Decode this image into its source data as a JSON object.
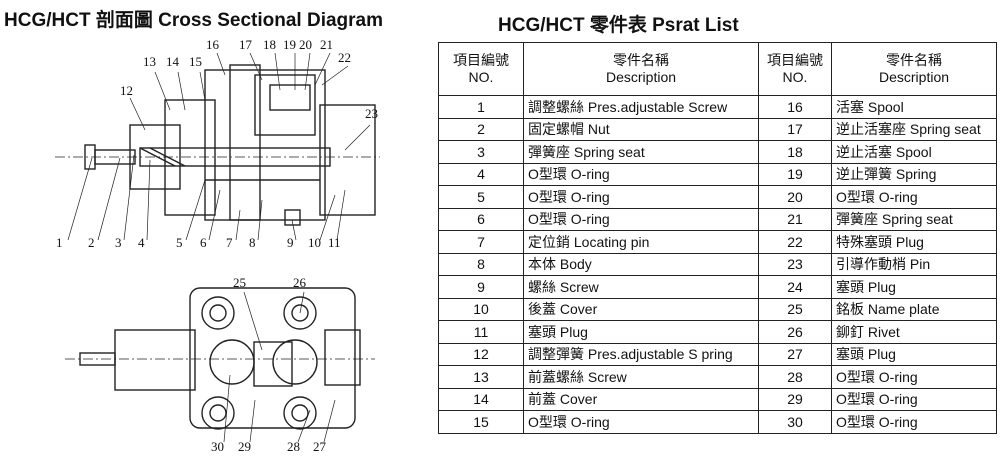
{
  "diagram_title": "HCG/HCT 剖面圖 Cross Sectional Diagram",
  "table_title": "HCG/HCT 零件表 Psrat List",
  "headers": {
    "no_zh": "項目編號",
    "no_en": "NO.",
    "desc_zh": "零件名稱",
    "desc_en": "Description"
  },
  "callouts": [
    "1",
    "2",
    "3",
    "4",
    "5",
    "6",
    "7",
    "8",
    "9",
    "10",
    "11",
    "12",
    "13",
    "14",
    "15",
    "16",
    "17",
    "18",
    "19",
    "20",
    "21",
    "22",
    "23",
    "25",
    "26",
    "27",
    "28",
    "29",
    "30"
  ],
  "rows": [
    {
      "l_no": "1",
      "l_desc": "調整螺絲 Pres.adjustable Screw",
      "r_no": "16",
      "r_desc": "活塞 Spool"
    },
    {
      "l_no": "2",
      "l_desc": "固定螺帽 Nut",
      "r_no": "17",
      "r_desc": "逆止活塞座 Spring  seat"
    },
    {
      "l_no": "3",
      "l_desc": "彈簧座 Spring seat",
      "r_no": "18",
      "r_desc": "逆止活塞 Spool"
    },
    {
      "l_no": "4",
      "l_desc": "O型環 O-ring",
      "r_no": "19",
      "r_desc": "逆止彈簧 Spring"
    },
    {
      "l_no": "5",
      "l_desc": "O型環 O-ring",
      "r_no": "20",
      "r_desc": "O型環 O-ring"
    },
    {
      "l_no": "6",
      "l_desc": "O型環 O-ring",
      "r_no": "21",
      "r_desc": "彈簧座 Spring seat"
    },
    {
      "l_no": "7",
      "l_desc": "定位銷 Locating pin",
      "r_no": "22",
      "r_desc": "特殊塞頭 Plug"
    },
    {
      "l_no": "8",
      "l_desc": "本体 Body",
      "r_no": "23",
      "r_desc": "引導作動梢 Pin"
    },
    {
      "l_no": "9",
      "l_desc": "螺絲 Screw",
      "r_no": "24",
      "r_desc": "塞頭 Plug"
    },
    {
      "l_no": "10",
      "l_desc": "後蓋 Cover",
      "r_no": "25",
      "r_desc": "銘板 Name plate"
    },
    {
      "l_no": "11",
      "l_desc": "塞頭 Plug",
      "r_no": "26",
      "r_desc": "鉚釘 Rivet"
    },
    {
      "l_no": "12",
      "l_desc": "調整彈簧 Pres.adjustable S  pring",
      "r_no": "27",
      "r_desc": "塞頭 Plug"
    },
    {
      "l_no": "13",
      "l_desc": "前蓋螺絲 Screw",
      "r_no": "28",
      "r_desc": "O型環 O-ring"
    },
    {
      "l_no": "14",
      "l_desc": "前蓋 Cover",
      "r_no": "29",
      "r_desc": "O型環 O-ring"
    },
    {
      "l_no": "15",
      "l_desc": "O型環 O-ring",
      "r_no": "30",
      "r_desc": "O型環 O-ring"
    }
  ]
}
